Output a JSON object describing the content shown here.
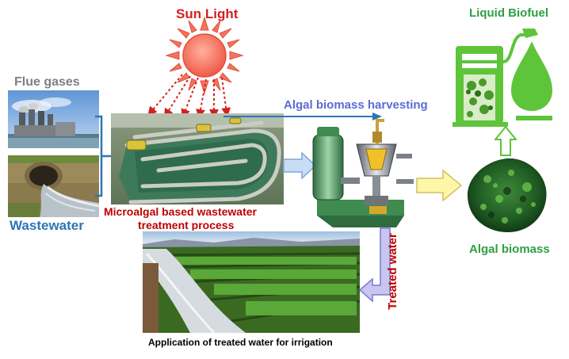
{
  "labels": {
    "sun_light": "Sun Light",
    "flue_gases": "Flue gases",
    "wastewater": "Wastewater",
    "process_line1": "Microalgal based wastewater",
    "process_line2": "treatment process",
    "harvesting": "Algal biomass harvesting",
    "liquid_biofuel": "Liquid Biofuel",
    "algal_biomass": "Algal biomass",
    "treated_water": "Treated water",
    "irrigation": "Application of treated water for irrigation"
  },
  "colors": {
    "sun": "#f4735f",
    "sun_text": "#d42020",
    "red_text": "#c00000",
    "grey_text": "#7f7f7f",
    "blue_text": "#2e75b6",
    "harvest_text": "#5b6bd6",
    "green_text": "#2ea043",
    "arrow_fill": "#c8ddf5",
    "arrow_yellow": "#fff7a8",
    "fuel_green": "#5ec43a"
  },
  "icons": [
    "sun-icon",
    "factory-icon",
    "wastewater-pipe-icon",
    "raceway-pond-icon",
    "centrifuge-icon",
    "fuel-pump-icon",
    "fuel-drop-icon",
    "algal-biomass-icon",
    "irrigation-field-icon"
  ]
}
